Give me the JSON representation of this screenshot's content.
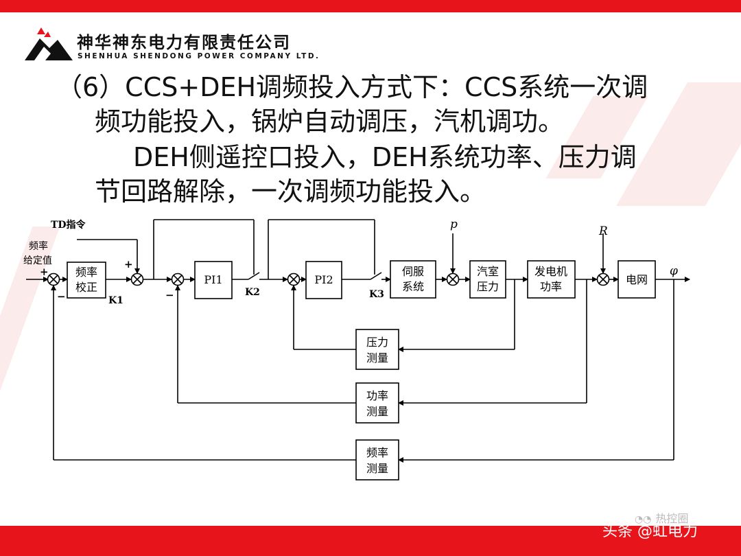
{
  "header": {
    "company_cn": "神华神东电力有限责任公司",
    "company_en": "SHENHUA SHENDONG POWER COMPANY LTD."
  },
  "body_text": {
    "line1": "（6）CCS+DEH调频投入方式下：CCS系统一次调",
    "line2": "频功能投入，锅炉自动调压，汽机调功。",
    "line3": "DEH侧遥控口投入，DEH系统功率、压力调",
    "line4": "节回路解除，一次调频功能投入。"
  },
  "diagram": {
    "inputs": {
      "td": "TD指令",
      "freq_set_1": "频率",
      "freq_set_2": "给定值"
    },
    "blocks": {
      "freq_correct": [
        "频率",
        "校正"
      ],
      "pi1": "PI1",
      "pi2": "PI2",
      "servo": [
        "伺服",
        "系统"
      ],
      "steam": [
        "汽室",
        "压力"
      ],
      "gen": [
        "发电机",
        "功率"
      ],
      "grid": "电网",
      "pressure_meas": [
        "压力",
        "测量"
      ],
      "power_meas": [
        "功率",
        "测量"
      ],
      "freq_meas": [
        "频率",
        "测量"
      ]
    },
    "labels": {
      "k1": "K1",
      "k2": "K2",
      "k3": "K3",
      "p": "p",
      "r": "R",
      "phi": "φ",
      "plus": "+",
      "minus": "−"
    }
  },
  "footer": {
    "wechat": "热控圈",
    "credit": "头条 @虹电力"
  }
}
